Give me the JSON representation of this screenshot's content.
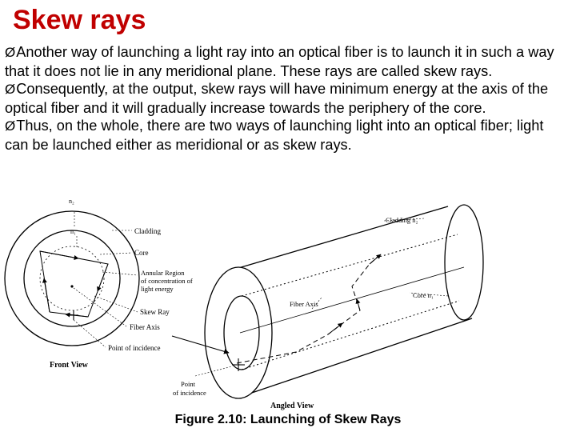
{
  "title": "Skew rays",
  "bullets": [
    {
      "marker": "Ø",
      "text": "Another way of launching a light ray into an optical fiber is to launch it in such a way that it does not lie in any meridional plane. These rays are called skew rays."
    },
    {
      "marker": "Ø",
      "text": "Consequently, at the output, skew rays will have minimum energy at the axis of the optical fiber and it will gradually increase towards the periphery of the core."
    },
    {
      "marker": "Ø",
      "text": "Thus, on the whole, there are two ways of launching light into an optical fiber; light can be launched either as meridional or as skew rays."
    }
  ],
  "figure": {
    "front_view": {
      "n2_label": "n₂",
      "n1_label": "n₁",
      "cladding": "Cladding",
      "core": "Core",
      "annular_line1": "Annular Region",
      "annular_line2": "of concentration of",
      "annular_line3": "light energy",
      "skew_ray": "Skew Ray",
      "fiber_axis": "Fiber Axis",
      "point_of_incidence": "Point of incidence",
      "view_label": "Front View"
    },
    "angled_view": {
      "cladding": "Cladding n₂",
      "core": "Core n₁",
      "fiber_axis": "Fiber Axis",
      "point_line1": "Point",
      "point_line2": "of incidence",
      "view_label": "Angled View"
    },
    "caption": "Figure 2.10: Launching of Skew Rays"
  }
}
